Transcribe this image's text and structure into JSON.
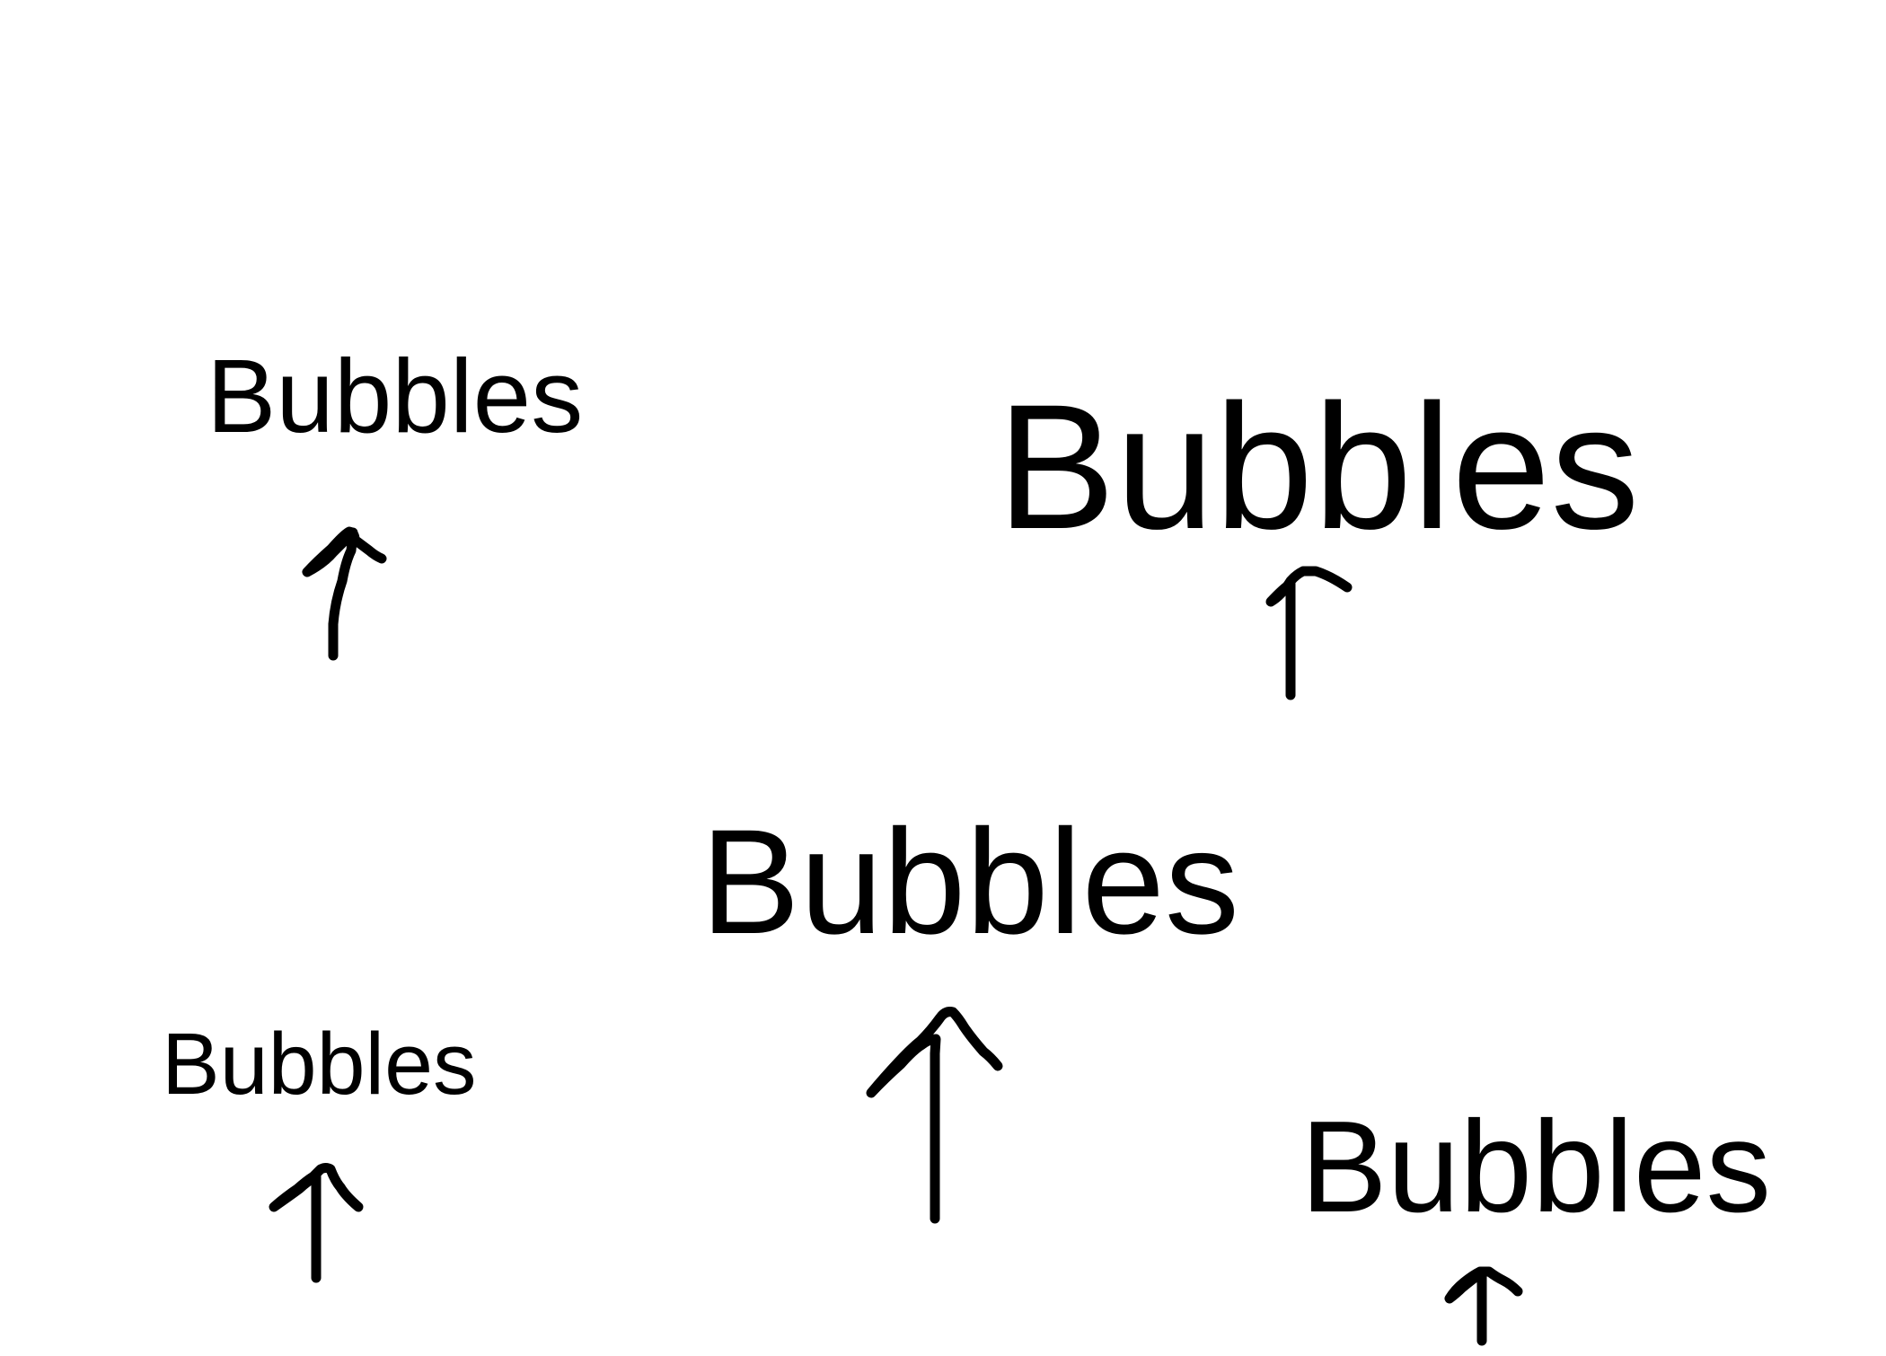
{
  "canvas": {
    "background": "#ffffff",
    "ink_color": "#000000"
  },
  "labels": [
    "Bubbles",
    "Bubbles",
    "Bubbles",
    "Bubbles",
    "Bubbles"
  ],
  "arrows": [
    {
      "icon": "up-arrow-icon"
    },
    {
      "icon": "up-arrow-icon"
    },
    {
      "icon": "up-arrow-icon"
    },
    {
      "icon": "up-arrow-icon"
    },
    {
      "icon": "up-arrow-icon"
    }
  ]
}
